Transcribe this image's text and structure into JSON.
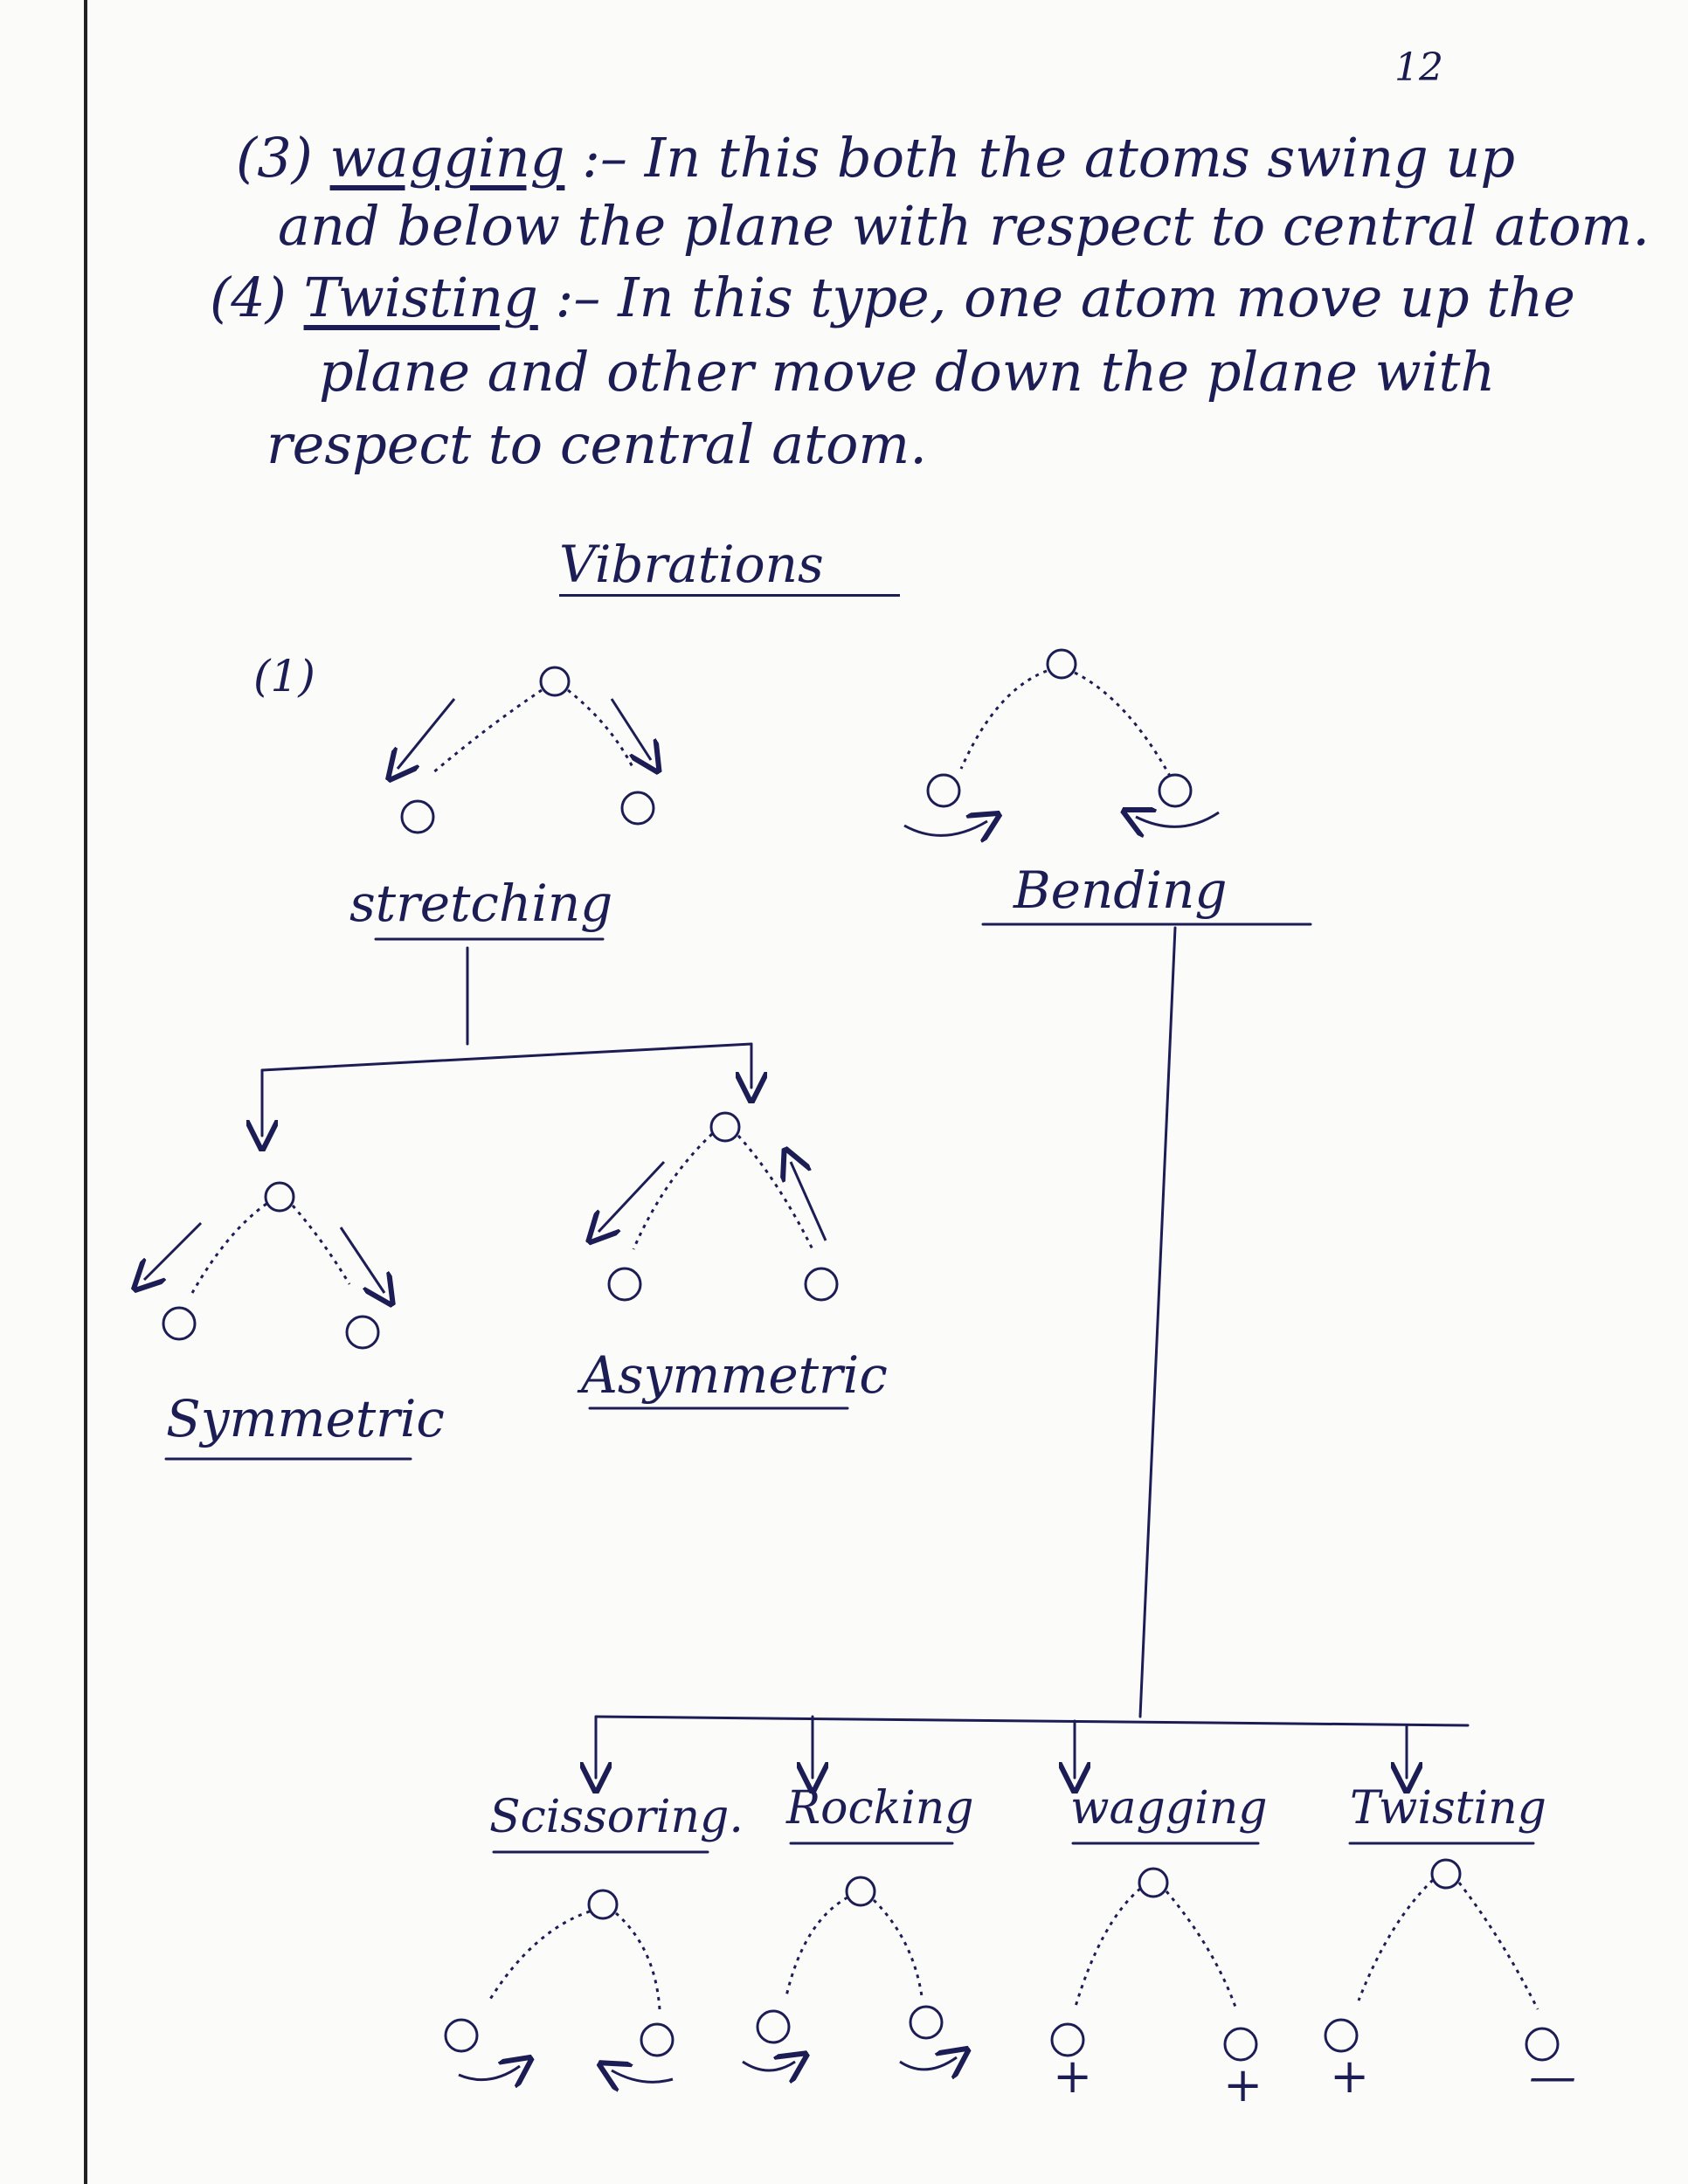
{
  "page_number": "12",
  "paragraphs": {
    "p1_num": "(3)",
    "p1_term": "wagging",
    "p1_rest": ":– In this both the atoms swing up",
    "p1_line2": "and below the plane with respect to central atom.",
    "p2_num": "(4)",
    "p2_term": "Twisting",
    "p2_rest": ":– In this type, one atom move up the",
    "p2_line2": "plane and other move down the plane with",
    "p2_line3": "respect to central atom."
  },
  "diagram": {
    "heading": "Vibrations",
    "marker": "(1)",
    "stretching": "stretching",
    "bending": "Bending",
    "symmetric": "Symmetric",
    "asymmetric": "Asymmetric",
    "scissoring": "Scissoring.",
    "rocking": "Rocking",
    "wagging": "wagging",
    "twisting": "Twisting",
    "plus": "+",
    "minus": "—"
  }
}
